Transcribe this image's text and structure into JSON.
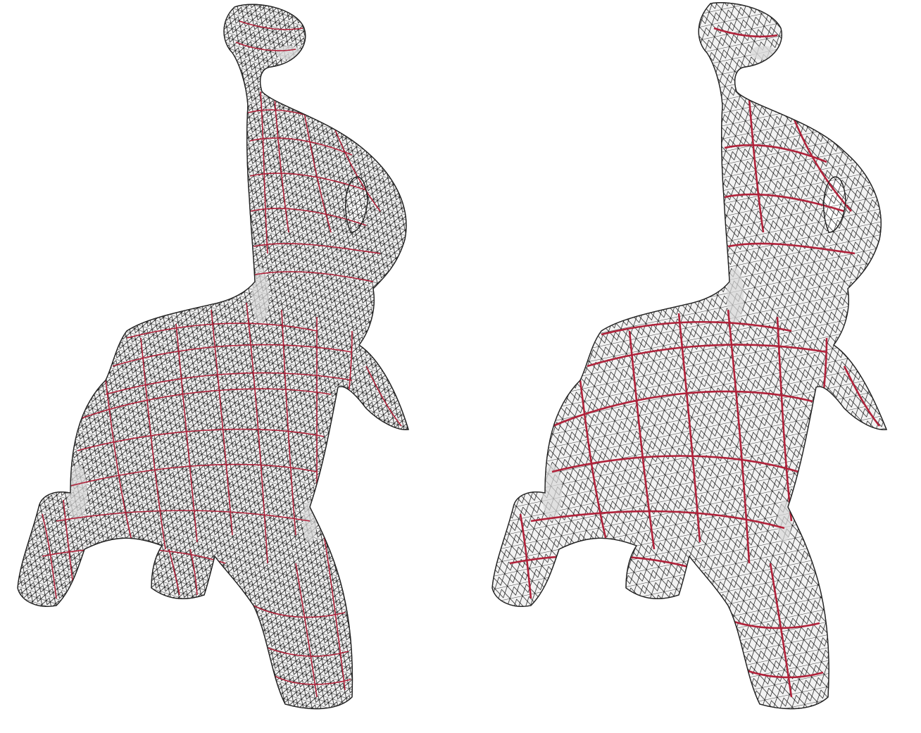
{
  "colors": {
    "background": "#ffffff",
    "surface_fill": "#f2f2f2",
    "surface_shade": "#d9d9d9",
    "mesh_edges": "#000000",
    "curve_lines": "#b0223a"
  },
  "panels": [
    {
      "id": "left",
      "subject": "elephant-mesh",
      "curve_density": "dense-thin"
    },
    {
      "id": "right",
      "subject": "elephant-mesh",
      "curve_density": "sparse-bold"
    }
  ]
}
